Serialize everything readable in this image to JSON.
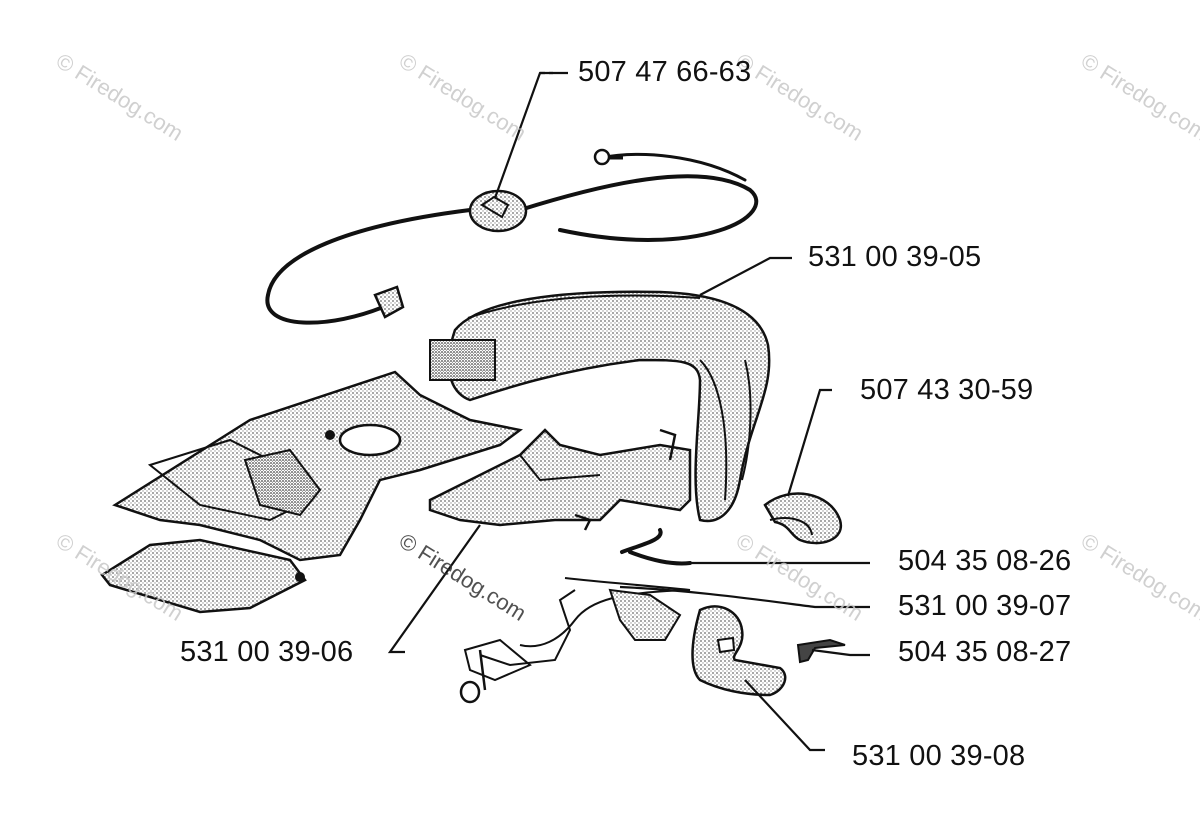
{
  "watermark": "© Firedog.com",
  "part_numbers": [
    "507 47 66-63",
    "531 00 39-05",
    "507 43 30-59",
    "504 35 08-26",
    "531 00 39-07",
    "504 35 08-27",
    "531 00 39-06",
    "531 00 39-08"
  ]
}
